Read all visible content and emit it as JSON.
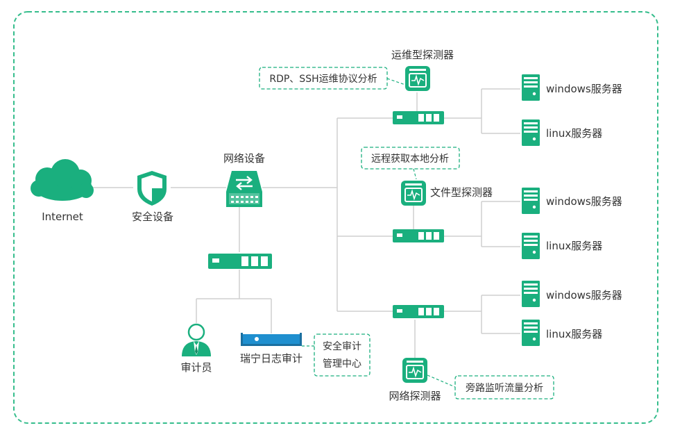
{
  "colors": {
    "accent": "#1aaf7e",
    "accent_dark": "#138a63",
    "line": "#cfcfcf",
    "frame": "#35bd8c",
    "audit_bar": "#1f8fcf",
    "text": "#333333"
  },
  "nodes": {
    "internet": "Internet",
    "security_device": "安全设备",
    "network_device": "网络设备",
    "ops_probe": "运维型探测器",
    "file_probe": "文件型探测器",
    "network_probe": "网络探测器",
    "auditor": "审计员",
    "log_audit": "瑞宁日志审计"
  },
  "servers": [
    "windows服务器",
    "linux服务器",
    "windows服务器",
    "linux服务器",
    "windows服务器",
    "linux服务器"
  ],
  "notes": {
    "ops_protocol": "RDP、SSH运维协议分析",
    "remote_local": "远程获取本地分析",
    "bypass_flow": "旁路监听流量分析",
    "audit_center_line1": "安全审计",
    "audit_center_line2": "管理中心"
  }
}
